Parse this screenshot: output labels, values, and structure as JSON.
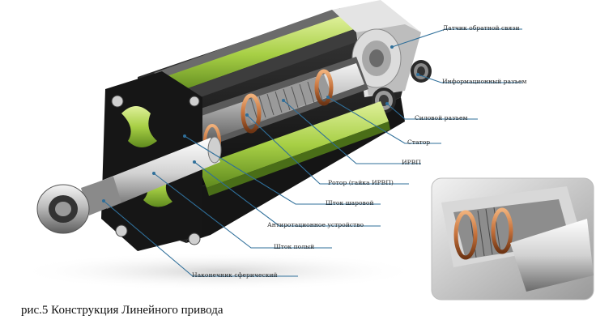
{
  "figure": {
    "caption": "рис.5 Конструкция Линейного привода",
    "callouts": {
      "feedback_sensor": "Датчик обратной связи",
      "info_connector": "Информационный разъем",
      "power_connector": "Силовой разъем",
      "stator": "Статор",
      "irvp": "ИРВП",
      "rotor": "Ротор (гайка ИРВП)",
      "ball_screw": "Шток шаровой",
      "anti_rotation": "Антиротационное устройство",
      "hollow_rod": "Шток полый",
      "spherical_tip": "Наконечник сферический"
    }
  },
  "colors": {
    "accent_line": "#2f6f9a",
    "housing_dark": "#1c1c1c",
    "insert_green": "#9acb3c",
    "copper": "#c4703a",
    "steel": "#c8c8c8"
  }
}
